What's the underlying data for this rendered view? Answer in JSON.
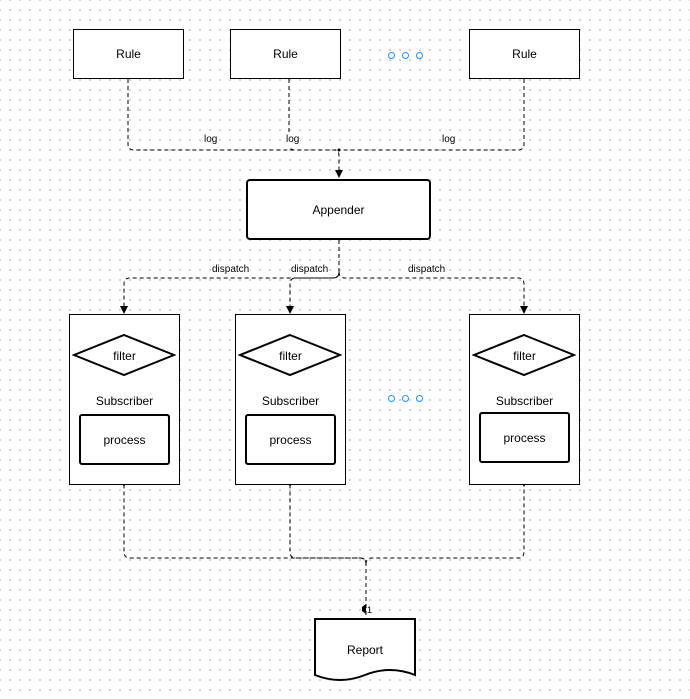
{
  "rules": [
    "Rule",
    "Rule",
    "Rule"
  ],
  "appender": "Appender",
  "subscribers": [
    {
      "filter": "filter",
      "title": "Subscriber",
      "process": "process"
    },
    {
      "filter": "filter",
      "title": "Subscriber",
      "process": "process"
    },
    {
      "filter": "filter",
      "title": "Subscriber",
      "process": "process"
    }
  ],
  "report": "Report",
  "edge_labels": {
    "log": [
      "log",
      "log",
      "log"
    ],
    "dispatch": [
      "dispatch",
      "dispatch",
      "dispatch"
    ],
    "report_marker": "1"
  },
  "colors": {
    "ellipsis": "#1e90ff",
    "line": "#000000",
    "grid_dot": "#c9c9c9"
  }
}
